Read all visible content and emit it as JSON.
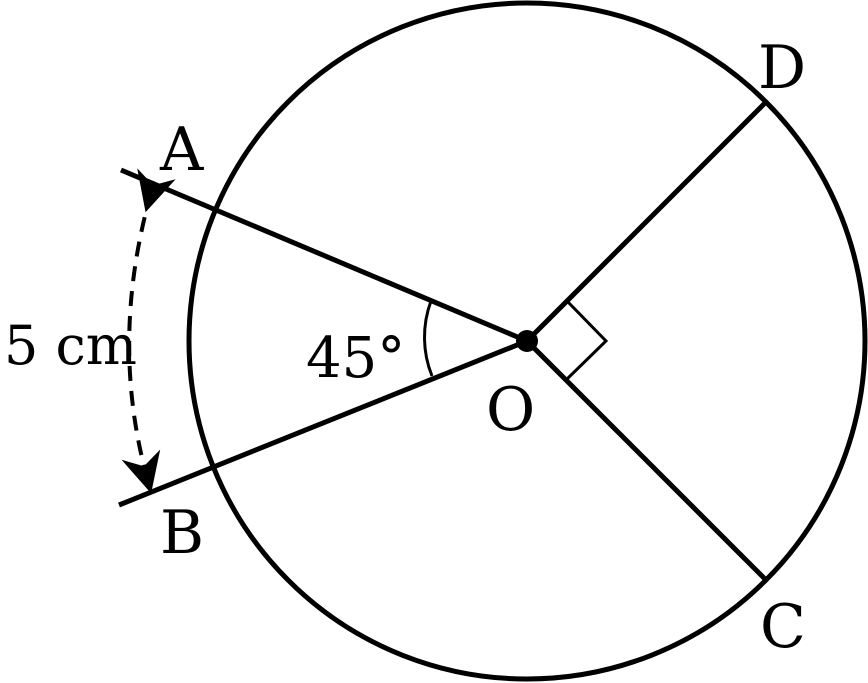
{
  "diagram": {
    "points": {
      "A": "A",
      "B": "B",
      "C": "C",
      "D": "D",
      "O": "O"
    },
    "angle_AOB": "45°",
    "arc_length_AB": "5 cm",
    "right_angle_DOC": true,
    "colors": {
      "stroke": "#000000",
      "background": "#ffffff"
    }
  }
}
